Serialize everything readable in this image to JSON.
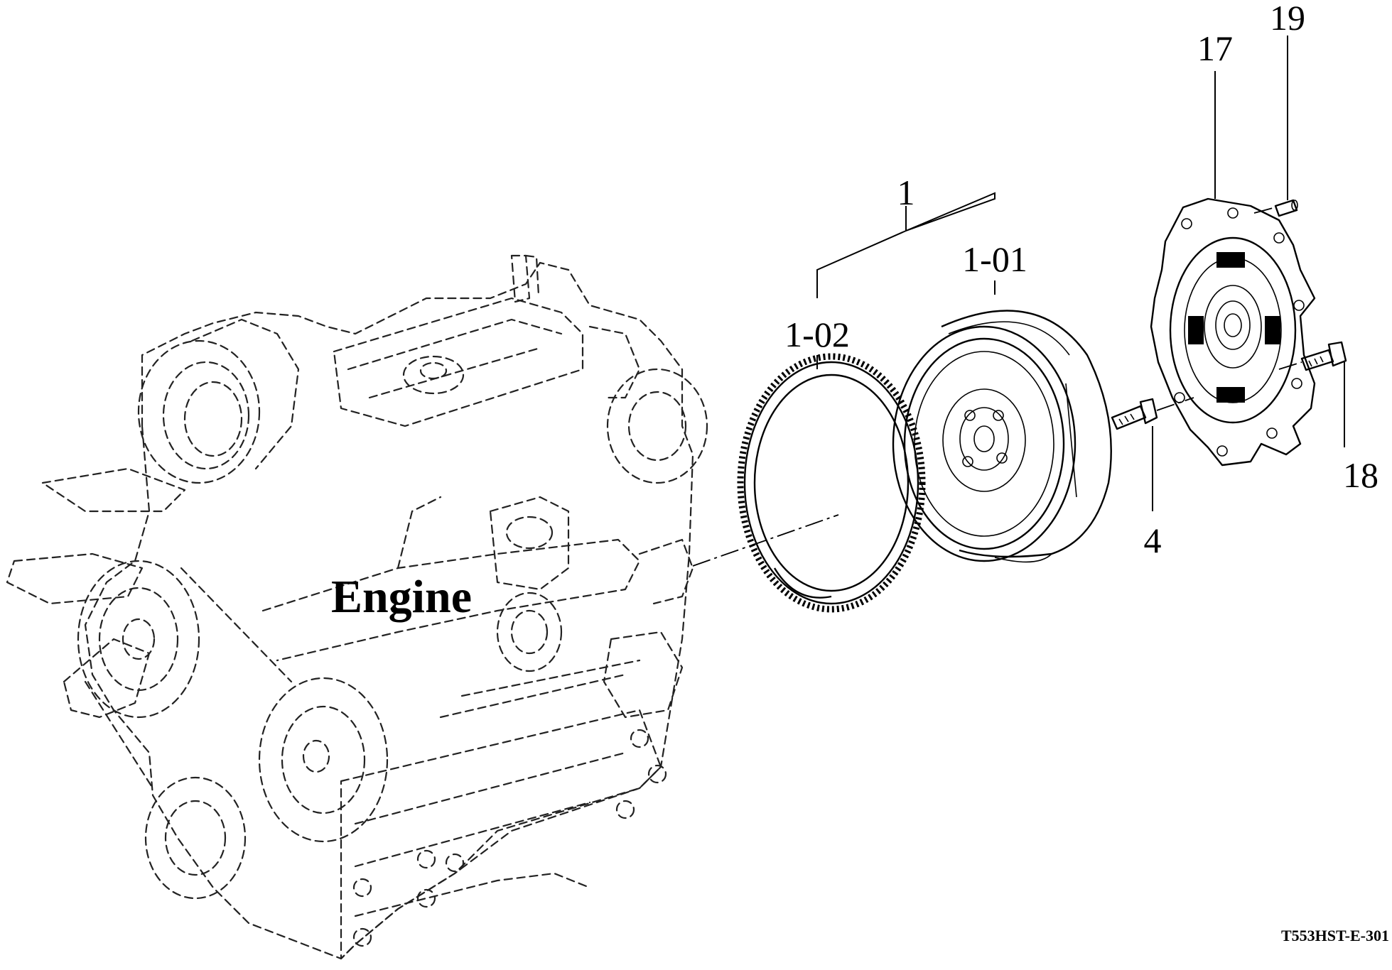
{
  "labels": {
    "engine": "Engine",
    "drawing_code": "T553HST-E-301"
  },
  "callouts": [
    {
      "id": "part-1",
      "text": "1"
    },
    {
      "id": "part-1-01",
      "text": "1-01"
    },
    {
      "id": "part-1-02",
      "text": "1-02"
    },
    {
      "id": "part-4",
      "text": "4"
    },
    {
      "id": "part-17",
      "text": "17"
    },
    {
      "id": "part-18",
      "text": "18"
    },
    {
      "id": "part-19",
      "text": "19"
    }
  ]
}
